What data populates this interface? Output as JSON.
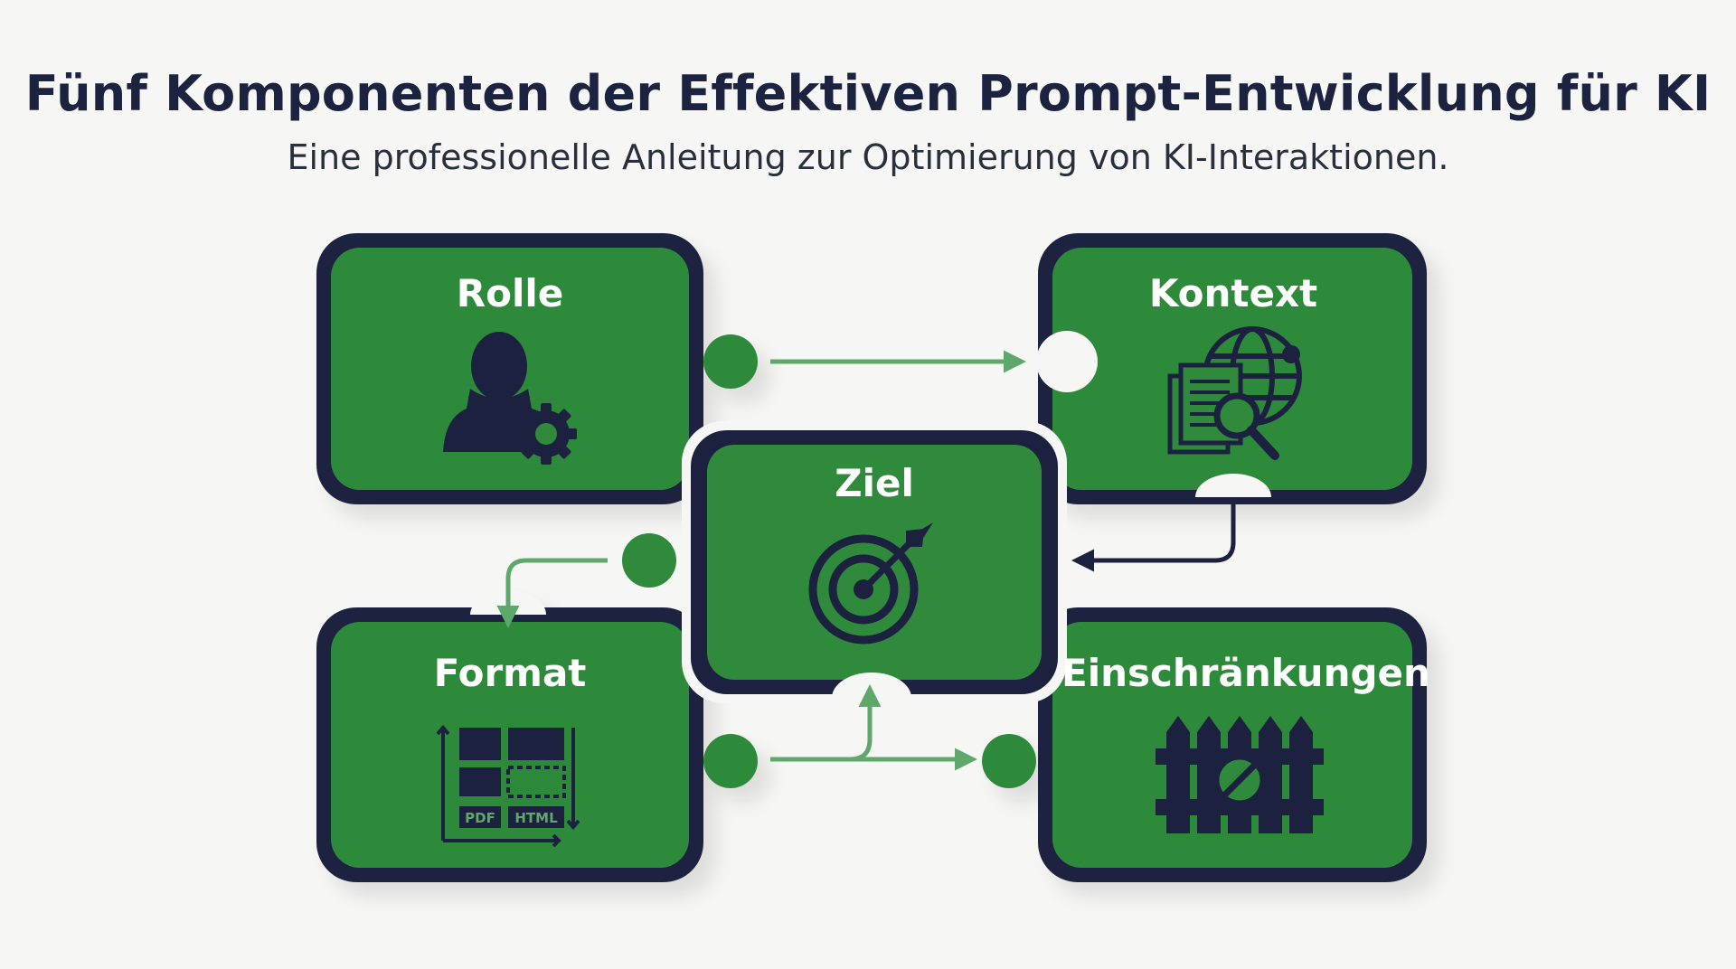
{
  "header": {
    "title": "Fünf Komponenten der Effektiven Prompt-Entwicklung für KI",
    "subtitle": "Eine professionelle Anleitung zur Optimierung von KI-Interaktionen."
  },
  "colors": {
    "card_fill": "#2f8a3b",
    "card_border": "#1c2140",
    "arrow_green": "#5fa86b",
    "arrow_dark": "#1c2140",
    "title": "#1b2340"
  },
  "components": {
    "rolle": {
      "label": "Rolle",
      "icon": "person-gear-icon"
    },
    "kontext": {
      "label": "Kontext",
      "icon": "documents-globe-search-icon"
    },
    "ziel": {
      "label": "Ziel",
      "icon": "target-arrow-icon"
    },
    "format": {
      "label": "Format",
      "icon": "layout-grid-icon",
      "badges": [
        "PDF",
        "HTML"
      ]
    },
    "einschraenkungen": {
      "label": "Einschränkungen",
      "icon": "fence-prohibited-icon"
    }
  }
}
